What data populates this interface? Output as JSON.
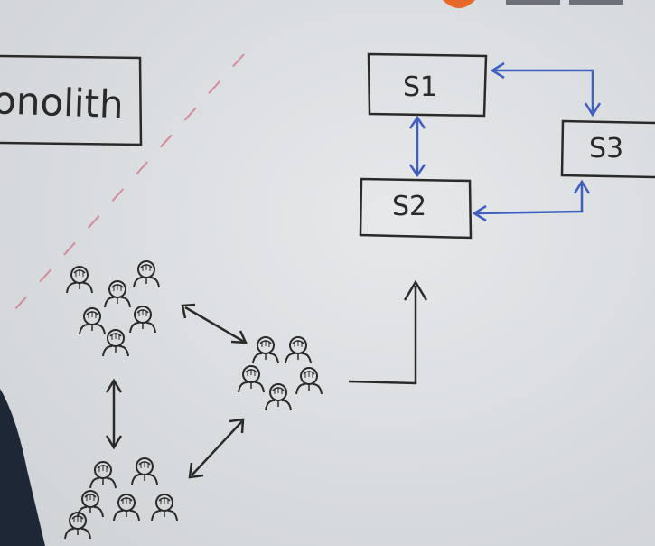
{
  "monolith": {
    "label": "onolith"
  },
  "services": [
    {
      "id": "s1",
      "label": "S1"
    },
    {
      "id": "s2",
      "label": "S2"
    },
    {
      "id": "s3",
      "label": "S3"
    }
  ],
  "colors": {
    "ink": "#2a2a2a",
    "blue_arrow": "#3f5fc0",
    "dashed_divider": "#d48a98",
    "logo_orange": "#e8672a",
    "person_dark": "#1e2736"
  }
}
